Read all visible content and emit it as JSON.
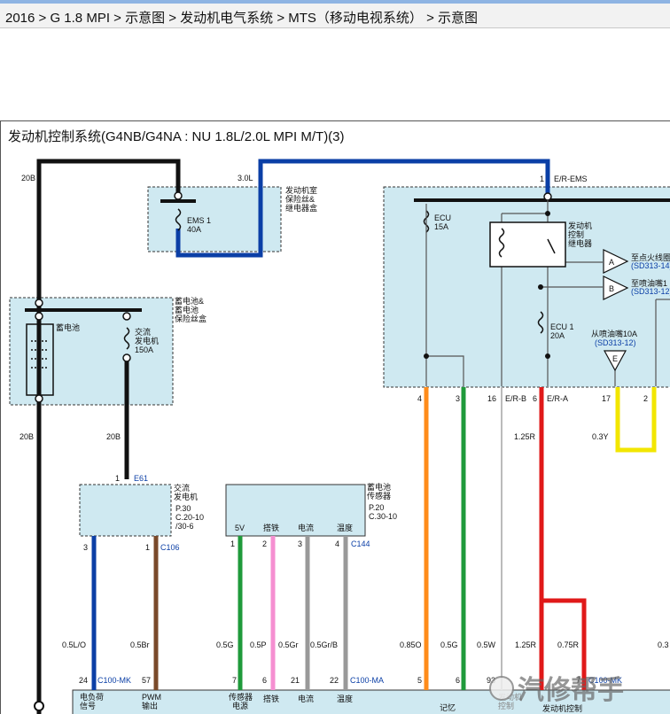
{
  "breadcrumb": "2016 > G 1.8 MPI > 示意图 > 发动机电气系统 > MTS（移动电视系统） > 示意图",
  "diagram": {
    "title": "发动机控制系统(G4NB/G4NA : NU 1.8L/2.0L MPI M/T)(3)",
    "wires": {
      "w20b_top": "20B",
      "w30l": "3.0L",
      "w20b_left": "20B",
      "w20b_mid": "20B",
      "w125r": "1.25R",
      "w03y": "0.3Y",
      "w05lo": "0.5L/O",
      "w05br": "0.5Br",
      "w05g_a": "0.5G",
      "w05p": "0.5P",
      "w05gr": "0.5Gr",
      "w05grb": "0.5Gr/B",
      "w085o": "0.85O",
      "w05g_b": "0.5G",
      "w05w": "0.5W",
      "w125r_b": "1.25R",
      "w075r": "0.75R",
      "w03_edge": "0.3"
    },
    "boxes": {
      "engine_room_box": [
        "发动机室",
        "保险丝&",
        "继电器盒"
      ],
      "battery_box": [
        "蓄电池&",
        "蓄电池",
        "保险丝盒"
      ]
    },
    "fuses": {
      "ems1": [
        "EMS 1",
        "40A"
      ],
      "alt_fuse": [
        "交流",
        "发电机",
        "150A"
      ],
      "ecu": [
        "ECU",
        "15A"
      ],
      "ecu1": [
        "ECU 1",
        "20A"
      ]
    },
    "labels": {
      "battery": "蓄电池",
      "er_ems": "E/R-EMS",
      "pin1_top": "1",
      "relay": [
        "发动机",
        "控制",
        "继电器"
      ],
      "conn_a_text": "至点火线圈",
      "conn_a_ref": "(SD313-14)",
      "conn_b_text": "至喷油嘴1",
      "conn_b_ref": "(SD313-12)",
      "conn_e_text": "从喷油嘴10A",
      "conn_e_ref": "(SD313-12)",
      "conn_a": "A",
      "conn_b": "B",
      "conn_e": "E"
    },
    "pins_top": {
      "p4": "4",
      "p3": "3",
      "p16": "16",
      "erb": "E/R-B",
      "p6": "6",
      "era": "E/R-A",
      "p17": "17",
      "p2": "2"
    },
    "alternator": {
      "pin1": "1",
      "conn": "E61",
      "name": [
        "交流",
        "发电机"
      ],
      "refs": [
        "P.30",
        "C.20-10",
        "/30-6"
      ],
      "pin3": "3",
      "pin1b": "1",
      "conn2": "C106"
    },
    "battery_sensor": {
      "name": [
        "蓄电池",
        "传感器"
      ],
      "refs": [
        "P.20",
        "C.30-10"
      ],
      "pins": [
        "5V",
        "搭铁",
        "电流",
        "温度"
      ],
      "nums": [
        "1",
        "2",
        "3",
        "4"
      ],
      "conn": "C144"
    },
    "bottom": {
      "p24": "24",
      "c100mk": "C100-MK",
      "p57": "57",
      "p7": "7",
      "p6": "6",
      "p21": "21",
      "p22": "22",
      "c100ma": "C100-MA",
      "p5": "5",
      "p6b": "6",
      "p93": "93",
      "p7b": "7",
      "c100mk2": "C100-MK",
      "lbl_load": [
        "电负荷",
        "信号"
      ],
      "lbl_pwm": [
        "PWM",
        "输出"
      ],
      "lbl_sensor": [
        "传感器",
        "电源"
      ],
      "lbl_gnd": "搭铁",
      "lbl_cur": "电流",
      "lbl_temp": "温度",
      "lbl_mem": "记忆",
      "lbl_ctrl": "发动机控制",
      "lbl_ctrl2": [
        "发动机",
        "控制"
      ]
    },
    "watermark": "汽修帮手",
    "colors": {
      "black": "#111111",
      "blue": "#0b3fa6",
      "orange": "#ff8c1a",
      "green": "#1f9a3b",
      "white_wire": "#bbbbbb",
      "red": "#e01919",
      "yellow": "#f2e600",
      "brown": "#7a4a2a",
      "pink": "#f58fd1",
      "gray": "#999999",
      "box_fill": "#cfe9f1"
    }
  }
}
